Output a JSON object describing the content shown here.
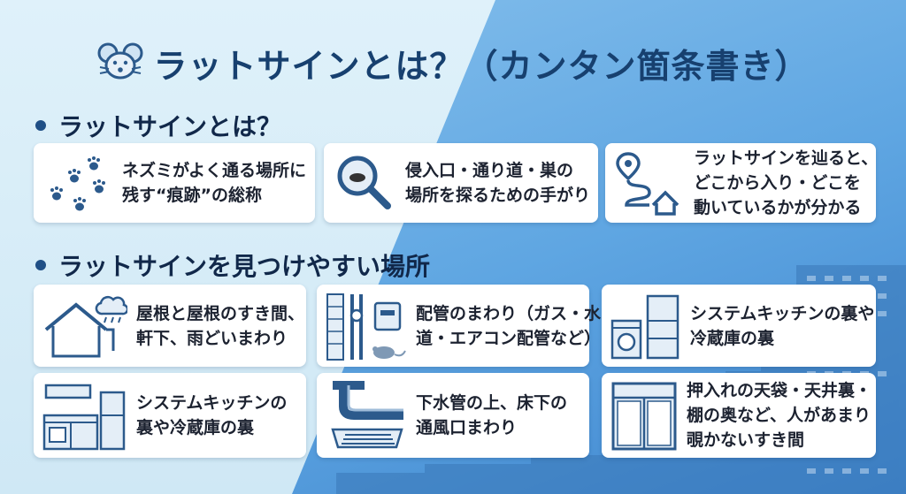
{
  "title": {
    "text": "ラットサインとは？（カンタン箇条書き）",
    "icon": "mouse-icon"
  },
  "sections": [
    {
      "label": "ラットサインとは？"
    },
    {
      "label": "ラットサインを見つけやすい場所"
    }
  ],
  "about_cards": [
    {
      "icon": "paw-prints-icon",
      "lines": [
        "ネズミがよく通る場所に",
        "残す“痕跡”の総称"
      ]
    },
    {
      "icon": "magnifier-icon",
      "lines": [
        "侵入口・通り道・巣の",
        "場所を探るための手がり"
      ]
    },
    {
      "icon": "route-house-icon",
      "lines": [
        "ラットサインを辿ると、",
        "どこから入り・どこを",
        "動いているかが分かる"
      ]
    }
  ],
  "place_cards": [
    {
      "icon": "roof-rain-icon",
      "lines": [
        "屋根と屋根のすき間、",
        "軒下、雨どいまわり"
      ]
    },
    {
      "icon": "pipes-mouse-icon",
      "lines": [
        "配管のまわり（ガス・水",
        "道・エアコン配管など）"
      ]
    },
    {
      "icon": "fridge-washer-icon",
      "lines": [
        "システムキッチンの裏や",
        "冷蔵庫の裏"
      ]
    },
    {
      "icon": "kitchen-icon",
      "lines": [
        "システムキッチンの",
        "裏や冷蔵庫の裏"
      ]
    },
    {
      "icon": "drain-pipe-icon",
      "lines": [
        "下水管の上、床下の",
        "通風口まわり"
      ]
    },
    {
      "icon": "closet-icon",
      "lines": [
        "押入れの天袋・天井裏・",
        "棚の奥など、人があまり",
        "覗かないすき間"
      ]
    }
  ],
  "colors": {
    "title": "#17406f",
    "accent": "#1f4f86",
    "card": "#ffffff",
    "icon": "#2c5a8c"
  }
}
